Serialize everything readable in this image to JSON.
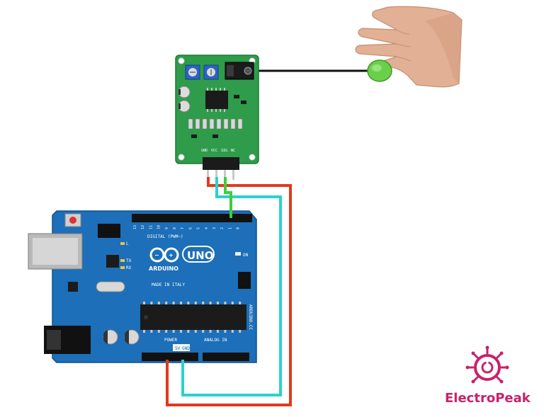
{
  "colors": {
    "wire_power": "#e2391c",
    "wire_signal": "#27d3cf",
    "wire_data": "#3ccf3a",
    "wire_electrode": "#111111",
    "arduino_board": "#1c6fb8",
    "sensor_board": "#2e9c4a",
    "finger_clip": "#6ccf4a",
    "brand": "#c8226a"
  },
  "arduino": {
    "logo_text": "UNO",
    "brand_text": "ARDUINO",
    "header_digital": "DIGITAL (PWM~)",
    "made_in": "MADE IN ITALY",
    "header_power": "POWER",
    "header_analog": "ANALOG IN",
    "side_text": "ARDUINO.CC",
    "label_on": "ON",
    "label_tx": "TX",
    "label_rx": "RX",
    "label_l": "L",
    "pins_digital": [
      "13",
      "12",
      "11",
      "10",
      "9",
      "8",
      "7",
      "6",
      "5",
      "4",
      "3",
      "2",
      "1",
      "0"
    ],
    "label_5v": "5V",
    "label_gnd": "GND"
  },
  "sensor": {
    "pin_labels": [
      "GND",
      "VCC",
      "SIG",
      "NC"
    ]
  },
  "brand": {
    "name": "ElectroPeak",
    "icon": "electropeak-logo-icon"
  }
}
